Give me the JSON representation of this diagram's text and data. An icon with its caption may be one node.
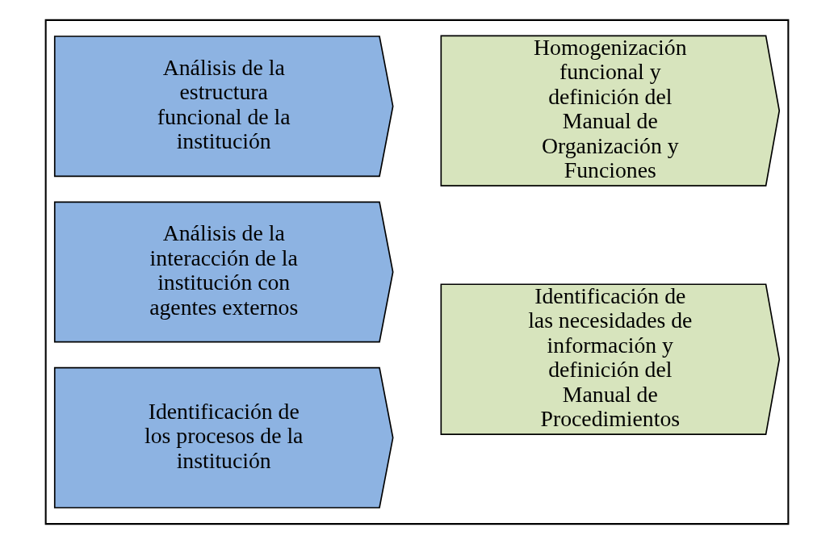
{
  "diagram": {
    "nodes": [
      {
        "text": [],
        "shape": "box"
      },
      {
        "text": [
          "Análisis de la estructura funcional de la institución"
        ],
        "in": 0
      },
      {
        "text": [
          "Análisis de la interacción de la institución con agentes externos"
        ],
        "in": 0
      },
      {
        "text": [
          "Identificación de los procesos de la institución"
        ],
        "in": 0
      },
      {
        "text": [
          "Homogenización funcional y definición del Manual de Organización y Funciones"
        ],
        "in": 0
      },
      {
        "text": [
          "Identificación de las necesidades de información y definición del Manual de Procedimientos"
        ],
        "in": 0
      }
    ]
  }
}
